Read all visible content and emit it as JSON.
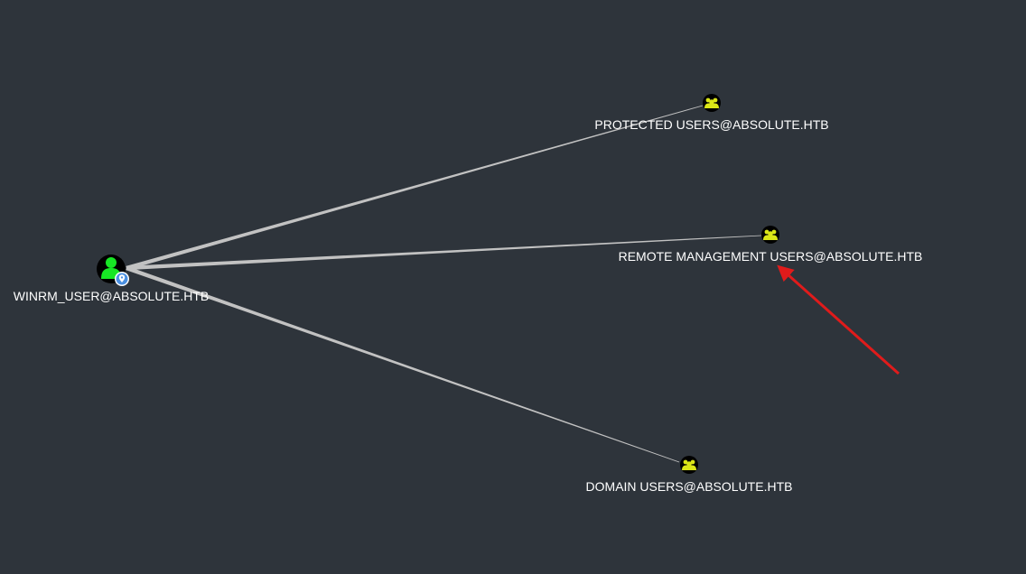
{
  "graph": {
    "background": "#2e343b",
    "edge_color": "#c2c2c2",
    "nodes": [
      {
        "id": "winrm_user",
        "label": "WINRM_USER@ABSOLUTE.HTB",
        "kind": "user",
        "icon": "user-icon",
        "badge": "owned-marker-icon",
        "color": "#17e625",
        "badge_color": "#4a90e2"
      },
      {
        "id": "protected_users",
        "label": "PROTECTED USERS@ABSOLUTE.HTB",
        "kind": "group",
        "icon": "group-icon",
        "color": "#dbe617"
      },
      {
        "id": "remote_management_users",
        "label": "REMOTE MANAGEMENT USERS@ABSOLUTE.HTB",
        "kind": "group",
        "icon": "group-icon",
        "color": "#dbe617"
      },
      {
        "id": "domain_users",
        "label": "DOMAIN USERS@ABSOLUTE.HTB",
        "kind": "group",
        "icon": "group-icon",
        "color": "#dbe617"
      }
    ],
    "edges": [
      {
        "source": "winrm_user",
        "target": "protected_users"
      },
      {
        "source": "winrm_user",
        "target": "remote_management_users"
      },
      {
        "source": "winrm_user",
        "target": "domain_users"
      }
    ],
    "annotation": {
      "kind": "arrow",
      "color": "#e01b1b",
      "points_to": "remote_management_users"
    }
  }
}
